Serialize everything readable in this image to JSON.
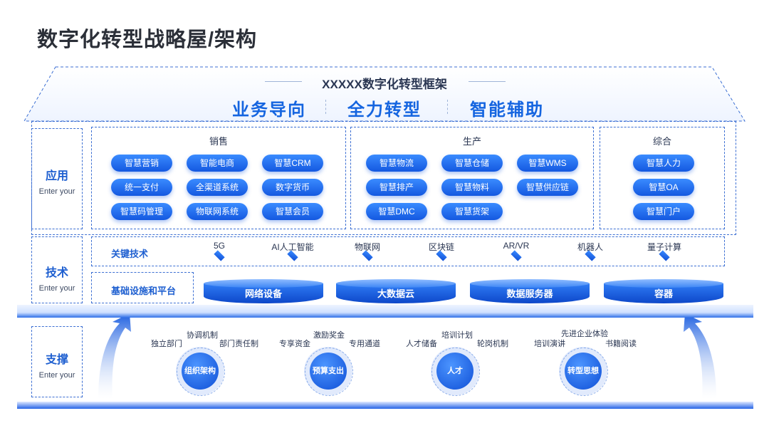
{
  "title": "数字化转型战略屋/架构",
  "framework_title": "XXXXX数字化转型框架",
  "slogans": [
    "业务导向",
    "全力转型",
    "智能辅助"
  ],
  "layers": {
    "application": {
      "cn": "应用",
      "en": "Enter your"
    },
    "technology": {
      "cn": "技术",
      "en": "Enter your"
    },
    "support": {
      "cn": "支撑",
      "en": "Enter your"
    }
  },
  "groups": {
    "sales": {
      "title": "销售",
      "items": [
        "智慧营销",
        "智能电商",
        "智慧CRM",
        "统一支付",
        "全渠道系统",
        "数字货币",
        "智慧码管理",
        "物联网系统",
        "智慧会员"
      ]
    },
    "production": {
      "title": "生产",
      "items": [
        "智慧物流",
        "智慧仓储",
        "智慧WMS",
        "智慧排产",
        "智慧物料",
        "智慧供应链",
        "智慧DMC",
        "智慧货架"
      ]
    },
    "general": {
      "title": "综合",
      "items": [
        "智慧人力",
        "智慧OA",
        "智慧门户"
      ]
    }
  },
  "key_tech": {
    "label": "关键技术",
    "items": [
      "5G",
      "AI人工智能",
      "物联网",
      "区块链",
      "AR/VR",
      "机器人",
      "量子计算"
    ]
  },
  "infrastructure": {
    "label": "基础设施和平台",
    "items": [
      "网络设备",
      "大数据云",
      "数据服务器",
      "容器"
    ]
  },
  "support_items": [
    {
      "center": "组织架构",
      "left": "独立部门",
      "top": "协调机制",
      "right": "部门责任制"
    },
    {
      "center": "预算支出",
      "left": "专享资金",
      "top": "激励奖金",
      "right": "专用通道"
    },
    {
      "center": "人才",
      "left": "人才储备",
      "top": "培训计划",
      "right": "轮岗机制"
    },
    {
      "center": "转型思想",
      "left": "培训演讲",
      "top": "先进企业体验",
      "right": "书籍阅读"
    }
  ],
  "colors": {
    "accent": "#1565e0",
    "pill": "#1458e0",
    "dashed": "#3c6fd3"
  }
}
